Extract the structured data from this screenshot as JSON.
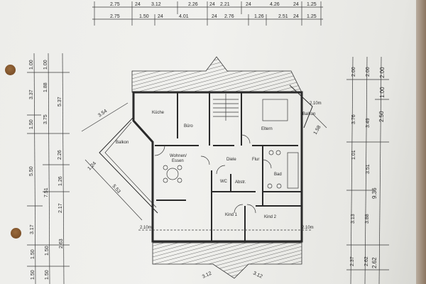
{
  "top_dimensions": {
    "row1": [
      "2.75",
      "24",
      "3.12",
      "2.26",
      "24",
      "2.21",
      "24",
      "4.26",
      "24",
      "1.25"
    ],
    "row2": [
      "2.75",
      "1.50",
      "24",
      "4.01",
      "24",
      "2.76",
      "1.26",
      "2.51",
      "24",
      "1.25"
    ]
  },
  "left_dimensions": {
    "col1": [
      "1.00",
      "3.37",
      "1.50",
      "5.50",
      "3.17",
      "1.50",
      "1.50"
    ],
    "col2": [
      "1.00",
      "1.88",
      "3.75",
      "7.51",
      "1.50",
      "1.50"
    ],
    "col3": [
      "5.37",
      "2.26",
      "1.26",
      "2.17",
      "2.63"
    ]
  },
  "right_dimensions": {
    "col1": [
      "2.00",
      "3.76",
      "1.01",
      "3.13",
      "2.37"
    ],
    "col2": [
      "2.00",
      "3.49",
      "3.51",
      "3.88",
      "2.62"
    ],
    "col3": [
      "2.00",
      "1.00",
      "2.50",
      "9.36",
      "2.62"
    ]
  },
  "rooms": {
    "kueche": "Küche",
    "buero": "Büro",
    "eltern": "Eltern",
    "wohnen": "Wohnen/",
    "essen": "Essen",
    "diele": "Diele",
    "flur": "Flur",
    "bad": "Bad",
    "wc": "WC",
    "abstell": "Abstr.",
    "kind1": "Kind 1",
    "kind2": "Kind 2",
    "balkon_left": "Balkon",
    "balkon_right": "Balkon"
  },
  "annotations": {
    "height_left": "2.10m",
    "height_right": "2.10m",
    "height_top": "2.10m",
    "diag_left_top": "3.54",
    "diag_left_mid": "5.53",
    "diag_left_small": "1.24",
    "diag_right_top": "1.58",
    "diag_bottom_left": "3.12",
    "diag_bottom_right": "3.12"
  }
}
